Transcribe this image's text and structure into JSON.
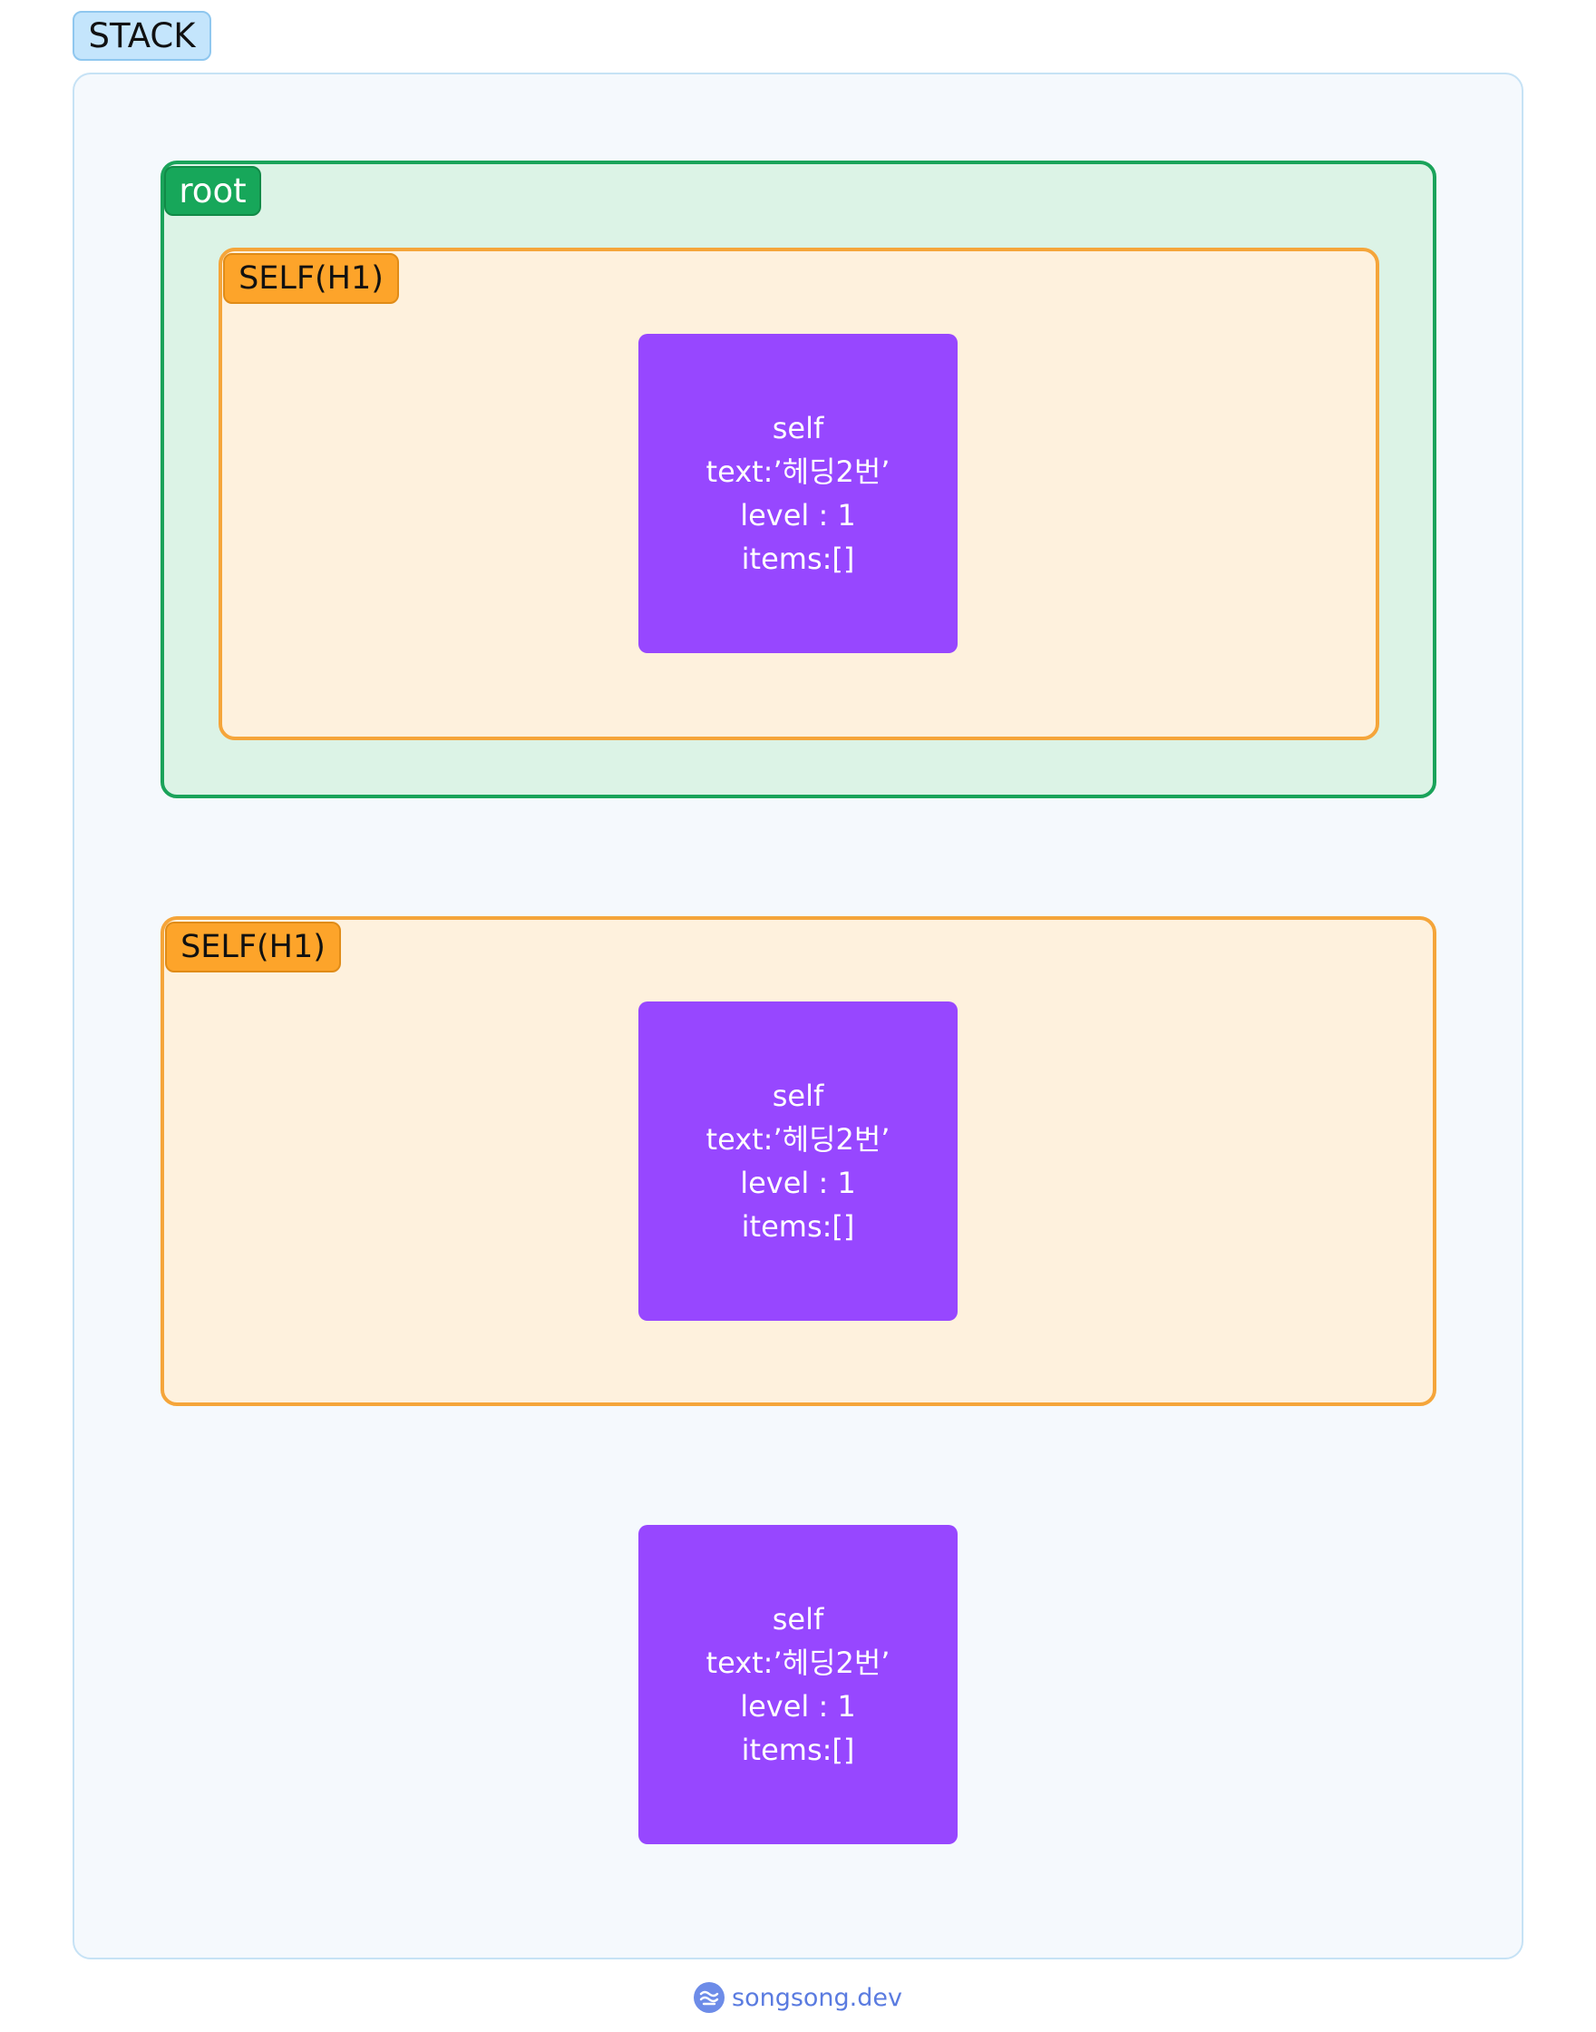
{
  "stack": {
    "label": "STACK"
  },
  "root": {
    "label": "root"
  },
  "frames": [
    {
      "label": "SELF(H1)"
    },
    {
      "label": "SELF(H1)"
    }
  ],
  "nodes": [
    {
      "title": "self",
      "text": "text:’헤딩2번’",
      "level": "level : 1",
      "items": "items:[]"
    },
    {
      "title": "self",
      "text": "text:’헤딩2번’",
      "level": "level : 1",
      "items": "items:[]"
    },
    {
      "title": "self",
      "text": "text:’헤딩2번’",
      "level": "level : 1",
      "items": "items:[]"
    }
  ],
  "credit": {
    "text": "songsong.dev",
    "icon": "wave-logo-icon"
  },
  "colors": {
    "stack": "#c4e5fc",
    "root": "#17a75a",
    "self": "#fda42a",
    "node": "#9747ff"
  }
}
